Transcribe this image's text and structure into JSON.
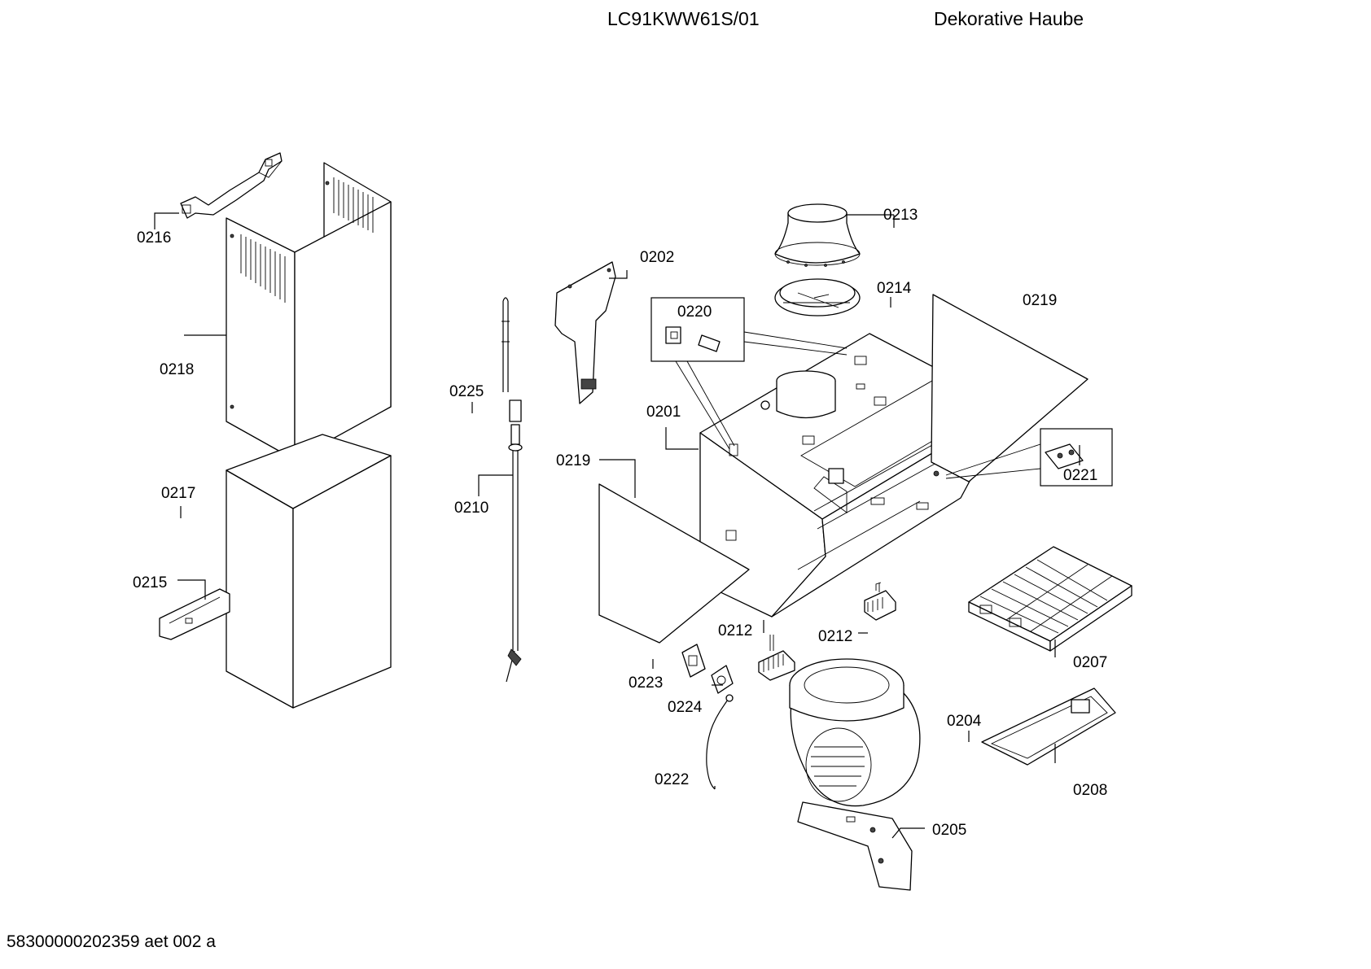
{
  "header": {
    "model": "LC91KWW61S/01",
    "description": "Dekorative Haube"
  },
  "footer": {
    "document_id": "58300000202359 aet 002 a"
  },
  "labels": {
    "p0201": "0201",
    "p0202": "0202",
    "p0204": "0204",
    "p0205": "0205",
    "p0207": "0207",
    "p0208": "0208",
    "p0210": "0210",
    "p0212a": "0212",
    "p0212b": "0212",
    "p0213": "0213",
    "p0214": "0214",
    "p0215": "0215",
    "p0216": "0216",
    "p0217": "0217",
    "p0218": "0218",
    "p0219a": "0219",
    "p0219b": "0219",
    "p0220": "0220",
    "p0221": "0221",
    "p0222": "0222",
    "p0223": "0223",
    "p0224": "0224",
    "p0225": "0225"
  }
}
